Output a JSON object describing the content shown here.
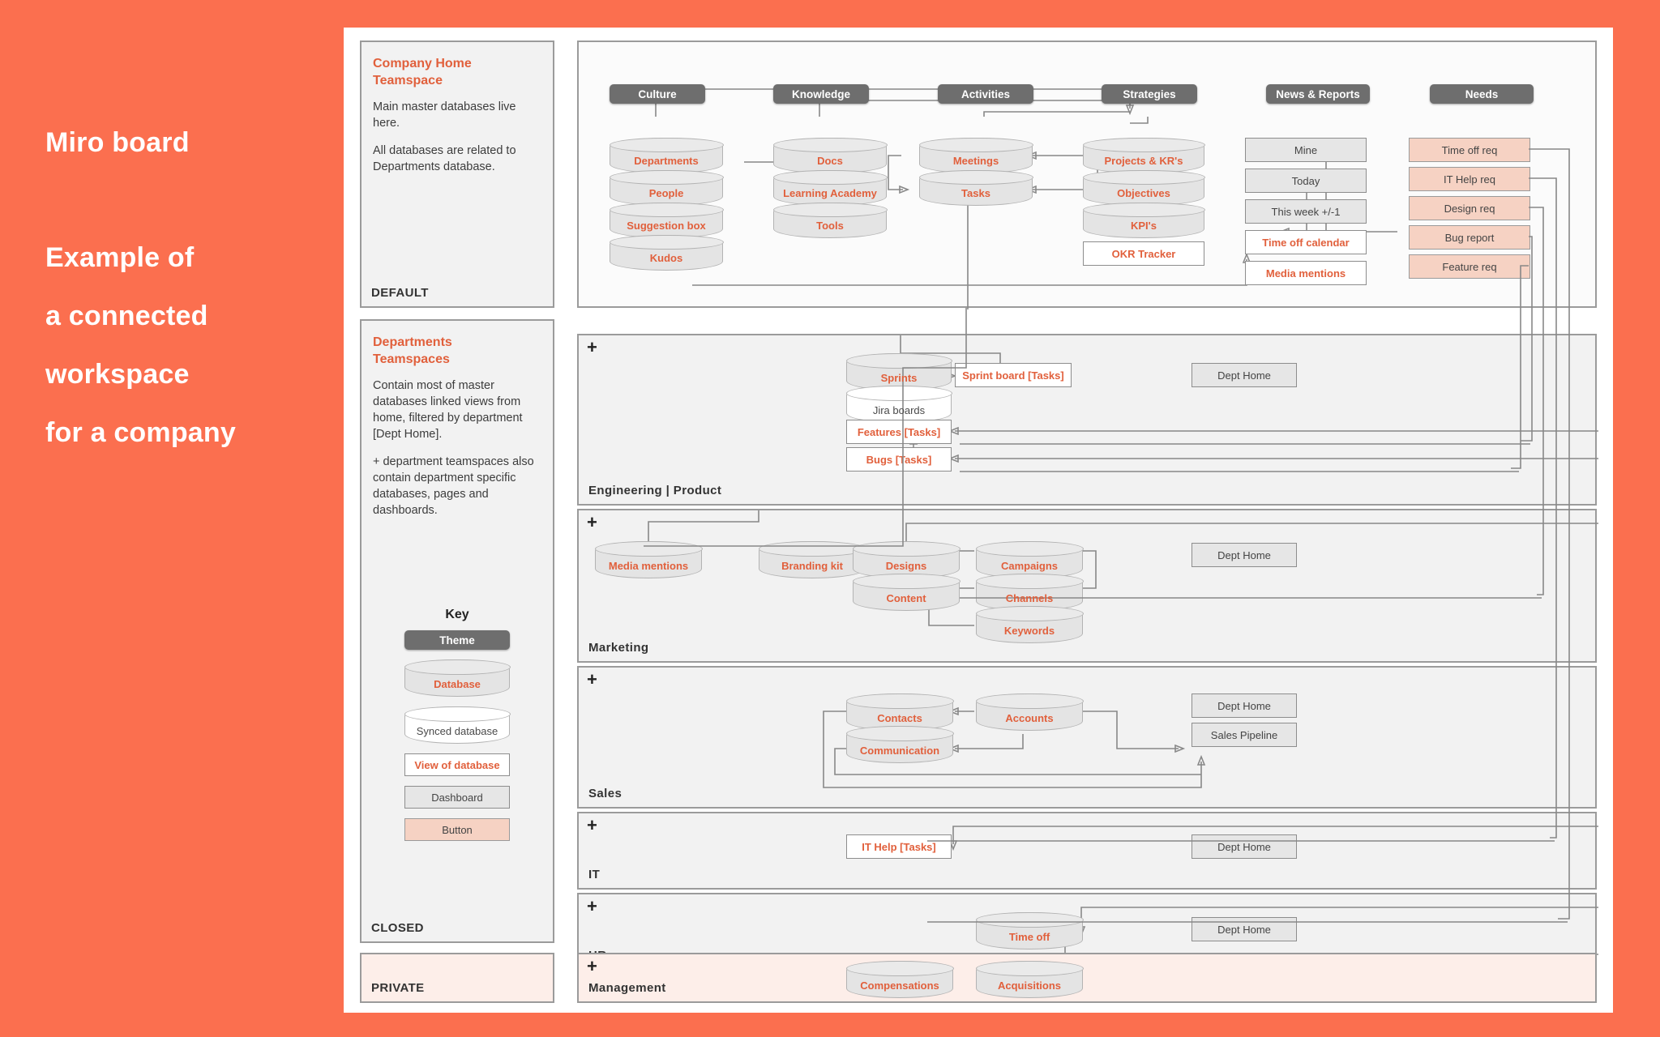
{
  "meta": {
    "accent": "#FB6F4F",
    "orange_text": "#E1603C",
    "theme_grey": "#6E6E6E"
  },
  "intro": {
    "lines": [
      "Miro board",
      "Example of",
      "a connected",
      "workspace",
      "for a company"
    ]
  },
  "home_card": {
    "title": "Company Home\nTeamspace",
    "title_l1": "Company Home",
    "title_l2": "Teamspace",
    "p1": "Main master databases live here.",
    "p2": "All databases are related to Departments database.",
    "footer": "DEFAULT"
  },
  "dept_card": {
    "title_l1": "Departments",
    "title_l2": "Teamspaces",
    "p1": "Contain most of master databases linked views from home, filtered by department [Dept Home].",
    "p2": "+ department teamspaces also contain department specific databases, pages and dashboards.",
    "key_title": "Key",
    "key_items": [
      {
        "label": "Theme",
        "shape": "theme"
      },
      {
        "label": "Database",
        "shape": "db"
      },
      {
        "label": "Synced database",
        "shape": "synced"
      },
      {
        "label": "View of database",
        "shape": "view"
      },
      {
        "label": "Dashboard",
        "shape": "dashboard"
      },
      {
        "label": "Button",
        "shape": "button"
      }
    ],
    "footer": "CLOSED"
  },
  "private_card": {
    "footer": "PRIVATE"
  },
  "home_board": {
    "themes": [
      "Culture",
      "Knowledge",
      "Activities",
      "Strategies",
      "News & Reports",
      "Needs"
    ],
    "culture": [
      "Departments",
      "People",
      "Suggestion box",
      "Kudos"
    ],
    "knowledge": [
      "Docs",
      "Learning Academy",
      "Tools"
    ],
    "activities": [
      "Meetings",
      "Tasks"
    ],
    "strategies_db": [
      "Projects & KR's",
      "Objectives",
      "KPI's"
    ],
    "strategies_view": "OKR Tracker",
    "news_dash": [
      "Mine",
      "Today",
      "This week +/-1"
    ],
    "news_view": [
      "Time off calendar",
      "Media mentions"
    ],
    "needs_buttons": [
      "Time off req",
      "IT Help req",
      "Design req",
      "Bug report",
      "Feature req"
    ]
  },
  "departments": [
    {
      "name": "Engineering | Product",
      "plus": "+",
      "databases": [
        "Sprints"
      ],
      "synced": [
        "Jira boards"
      ],
      "views": [
        "Sprint board [Tasks]",
        "Features [Tasks]",
        "Bugs [Tasks]"
      ],
      "dashboards": [
        "Dept Home"
      ]
    },
    {
      "name": "Marketing",
      "plus": "+",
      "databases": [
        "Media mentions",
        "Branding kit",
        "Designs",
        "Content",
        "Campaigns",
        "Channels",
        "Keywords"
      ],
      "synced": [],
      "views": [],
      "dashboards": [
        "Dept Home"
      ]
    },
    {
      "name": "Sales",
      "plus": "+",
      "databases": [
        "Contacts",
        "Communication",
        "Accounts"
      ],
      "synced": [],
      "views": [],
      "dashboards": [
        "Dept Home",
        "Sales Pipeline"
      ]
    },
    {
      "name": "IT",
      "plus": "+",
      "databases": [],
      "synced": [],
      "views": [
        "IT Help [Tasks]"
      ],
      "dashboards": [
        "Dept Home"
      ]
    },
    {
      "name": "HR",
      "plus": "+",
      "databases": [
        "Time off"
      ],
      "synced": [],
      "views": [],
      "dashboards": [
        "Dept Home"
      ]
    },
    {
      "name": "Management",
      "plus": "+",
      "databases": [
        "Compensations",
        "Acquisitions"
      ],
      "synced": [],
      "views": [],
      "dashboards": []
    }
  ]
}
